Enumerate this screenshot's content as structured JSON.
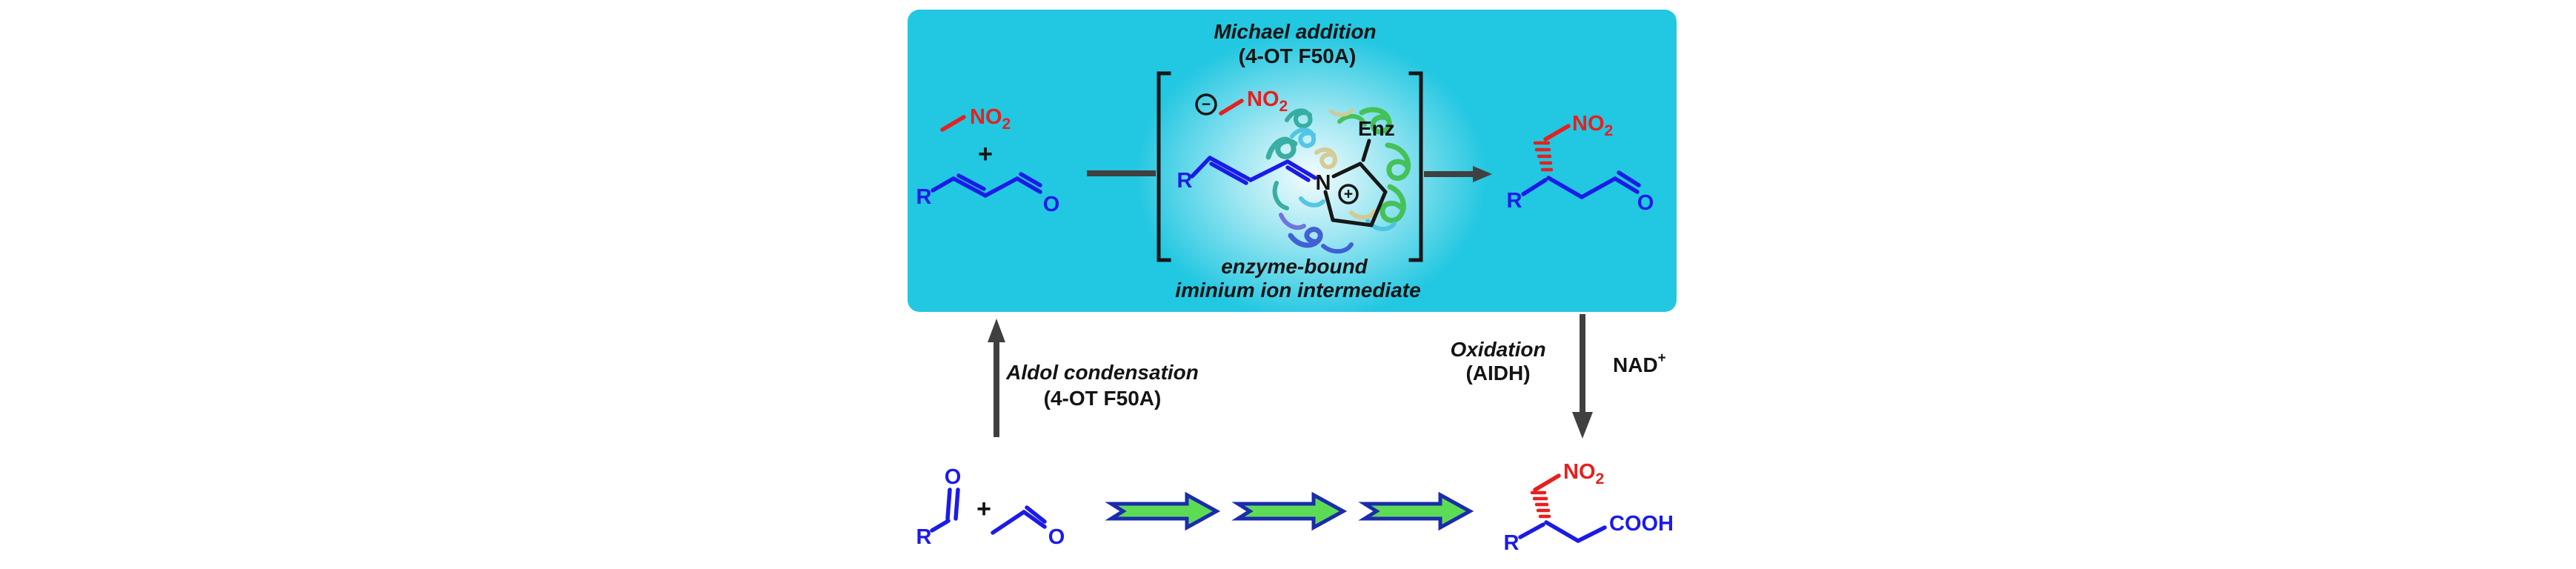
{
  "figure": {
    "kind": "biocatalytic cascade reaction scheme",
    "panel": {
      "title": "Michael addition",
      "subtitle": "(4-OT F50A)",
      "caption_line1": "enzyme-bound",
      "caption_line2": "iminium ion intermediate"
    },
    "steps": {
      "aldol": {
        "title": "Aldol condensation",
        "subtitle": "(4-OT F50A)"
      },
      "oxidation": {
        "title": "Oxidation",
        "subtitle": "(AIDH)",
        "cofactor": "NAD",
        "cofactor_sup": "+"
      }
    },
    "chem": {
      "r": "R",
      "o": "O",
      "n": "N",
      "enz": "Enz",
      "no": "NO",
      "no_sub": "2",
      "cooh": "COOH",
      "plus": "+",
      "minus_charge": "−",
      "plus_charge": "+"
    },
    "colors": {
      "panel_bg": "#22C7E1",
      "bond_blue": "#1B1BE8",
      "nitro_red": "#E6201E",
      "text_black": "#141414",
      "arrow_gray": "#404040",
      "step_arrow_fill": "#5CDC55",
      "step_arrow_outline": "#1B2BAC"
    }
  }
}
